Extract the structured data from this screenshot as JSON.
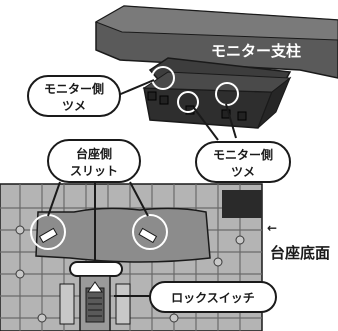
{
  "labels": {
    "monitor_post": "モニター支柱",
    "monitor_side_claws_left_line1": "モニター側",
    "monitor_side_claws_left_line2": "ツメ",
    "monitor_side_claws_right_line1": "モニター側",
    "monitor_side_claws_right_line2": "ツメ",
    "base_side_slits_line1": "台座側",
    "base_side_slits_line2": "スリット",
    "base_bottom_arrow": "←",
    "base_bottom": "台座底面",
    "lock_switch": "ロックスイッチ"
  },
  "colors": {
    "post_dark": "#3a3a3a",
    "post_light": "#8f8f8f",
    "base_gray": "#a9a9a9",
    "grid_line": "#6a6a6a",
    "label_bg": "#ffffff",
    "ink": "#1a1a1a"
  }
}
